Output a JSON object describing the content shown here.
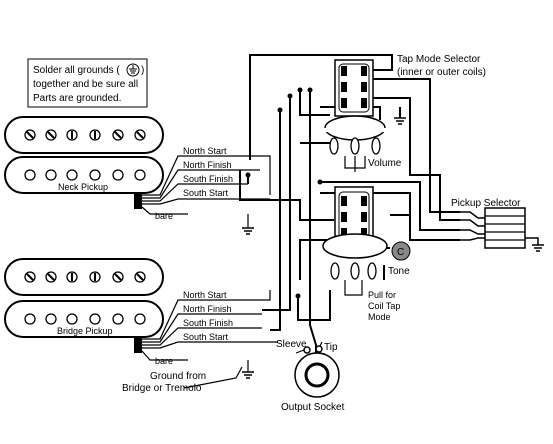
{
  "note": {
    "line1": "Solder all grounds (",
    "line2": "together and be sure all",
    "line3": "Parts are grounded."
  },
  "neck": {
    "title": "Neck Pickup",
    "wires": [
      "North Start",
      "North Finish",
      "South Finish",
      "South Start",
      "bare"
    ]
  },
  "bridge": {
    "title": "Bridge Pickup",
    "wires": [
      "North Start",
      "North Finish",
      "South Finish",
      "South Start",
      "bare"
    ]
  },
  "tap_selector": {
    "line1": "Tap Mode Selector",
    "line2": "(inner or outer coils)"
  },
  "volume": "Volume",
  "tone": "Tone",
  "cap_letter": "C",
  "pull": {
    "line1": "Pull for",
    "line2": "Coil Tap",
    "line3": "Mode"
  },
  "pickup_selector": "Pickup Selector",
  "jack": {
    "sleeve": "Sleeve",
    "tip": "Tip",
    "title": "Output Socket"
  },
  "ground_from": {
    "line1": "Ground from",
    "line2": "Bridge or Tremolo"
  }
}
